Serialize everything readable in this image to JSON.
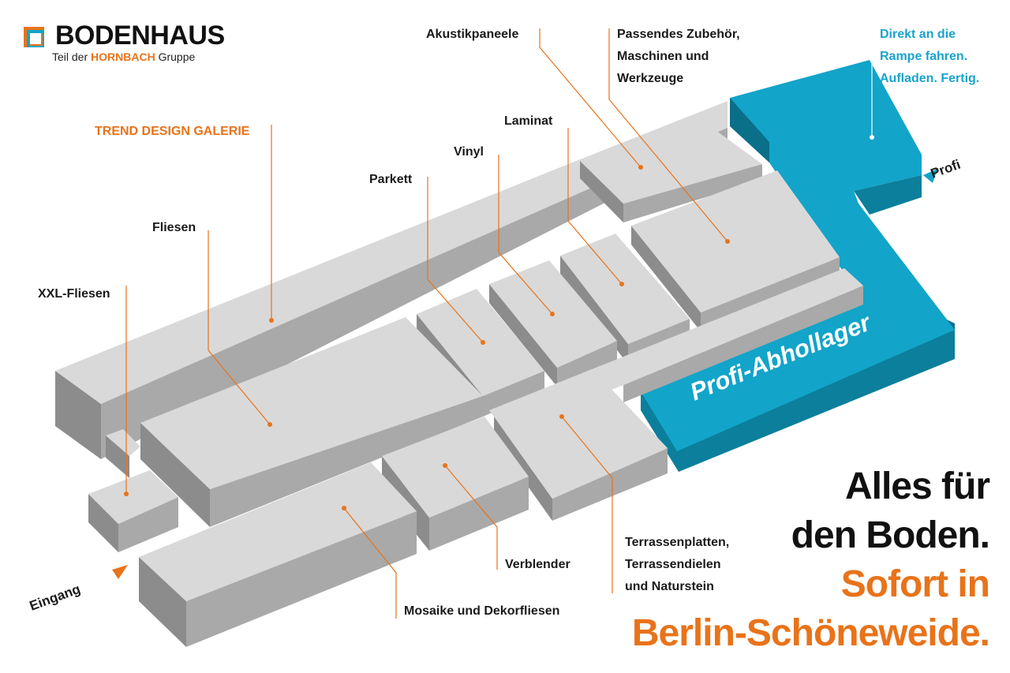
{
  "brand": {
    "name": "BODENHAUS",
    "sub_prefix": "Teil der",
    "sub_highlight": "HORNBACH",
    "sub_suffix": "Gruppe"
  },
  "colors": {
    "orange": "#e8731a",
    "blue": "#12a4c9",
    "dark": "#1a1a1a"
  },
  "labels": {
    "akustik": "Akustikpaneele",
    "zubehoer": [
      "Passendes Zubehör,",
      "Maschinen und",
      "Werkzeuge"
    ],
    "direkt": [
      "Direkt an die",
      "Rampe fahren.",
      "Aufladen. Fertig."
    ],
    "trend": "TREND DESIGN GALERIE",
    "laminat": "Laminat",
    "vinyl": "Vinyl",
    "parkett": "Parkett",
    "fliesen": "Fliesen",
    "xxl": "XXL-Fliesen",
    "verblender": "Verblender",
    "mosaike": "Mosaike und Dekorfliesen",
    "terrassen": [
      "Terrassenplatten,",
      "Terrassendielen",
      "und Naturstein"
    ]
  },
  "entrances": {
    "eingang": "Eingang",
    "profi": "Profi",
    "abhollager": "Profi-Abhollager"
  },
  "slogan": {
    "line1": "Alles für",
    "line2": "den Boden.",
    "line3": "Sofort in",
    "line4": "Berlin-Schöneweide."
  }
}
